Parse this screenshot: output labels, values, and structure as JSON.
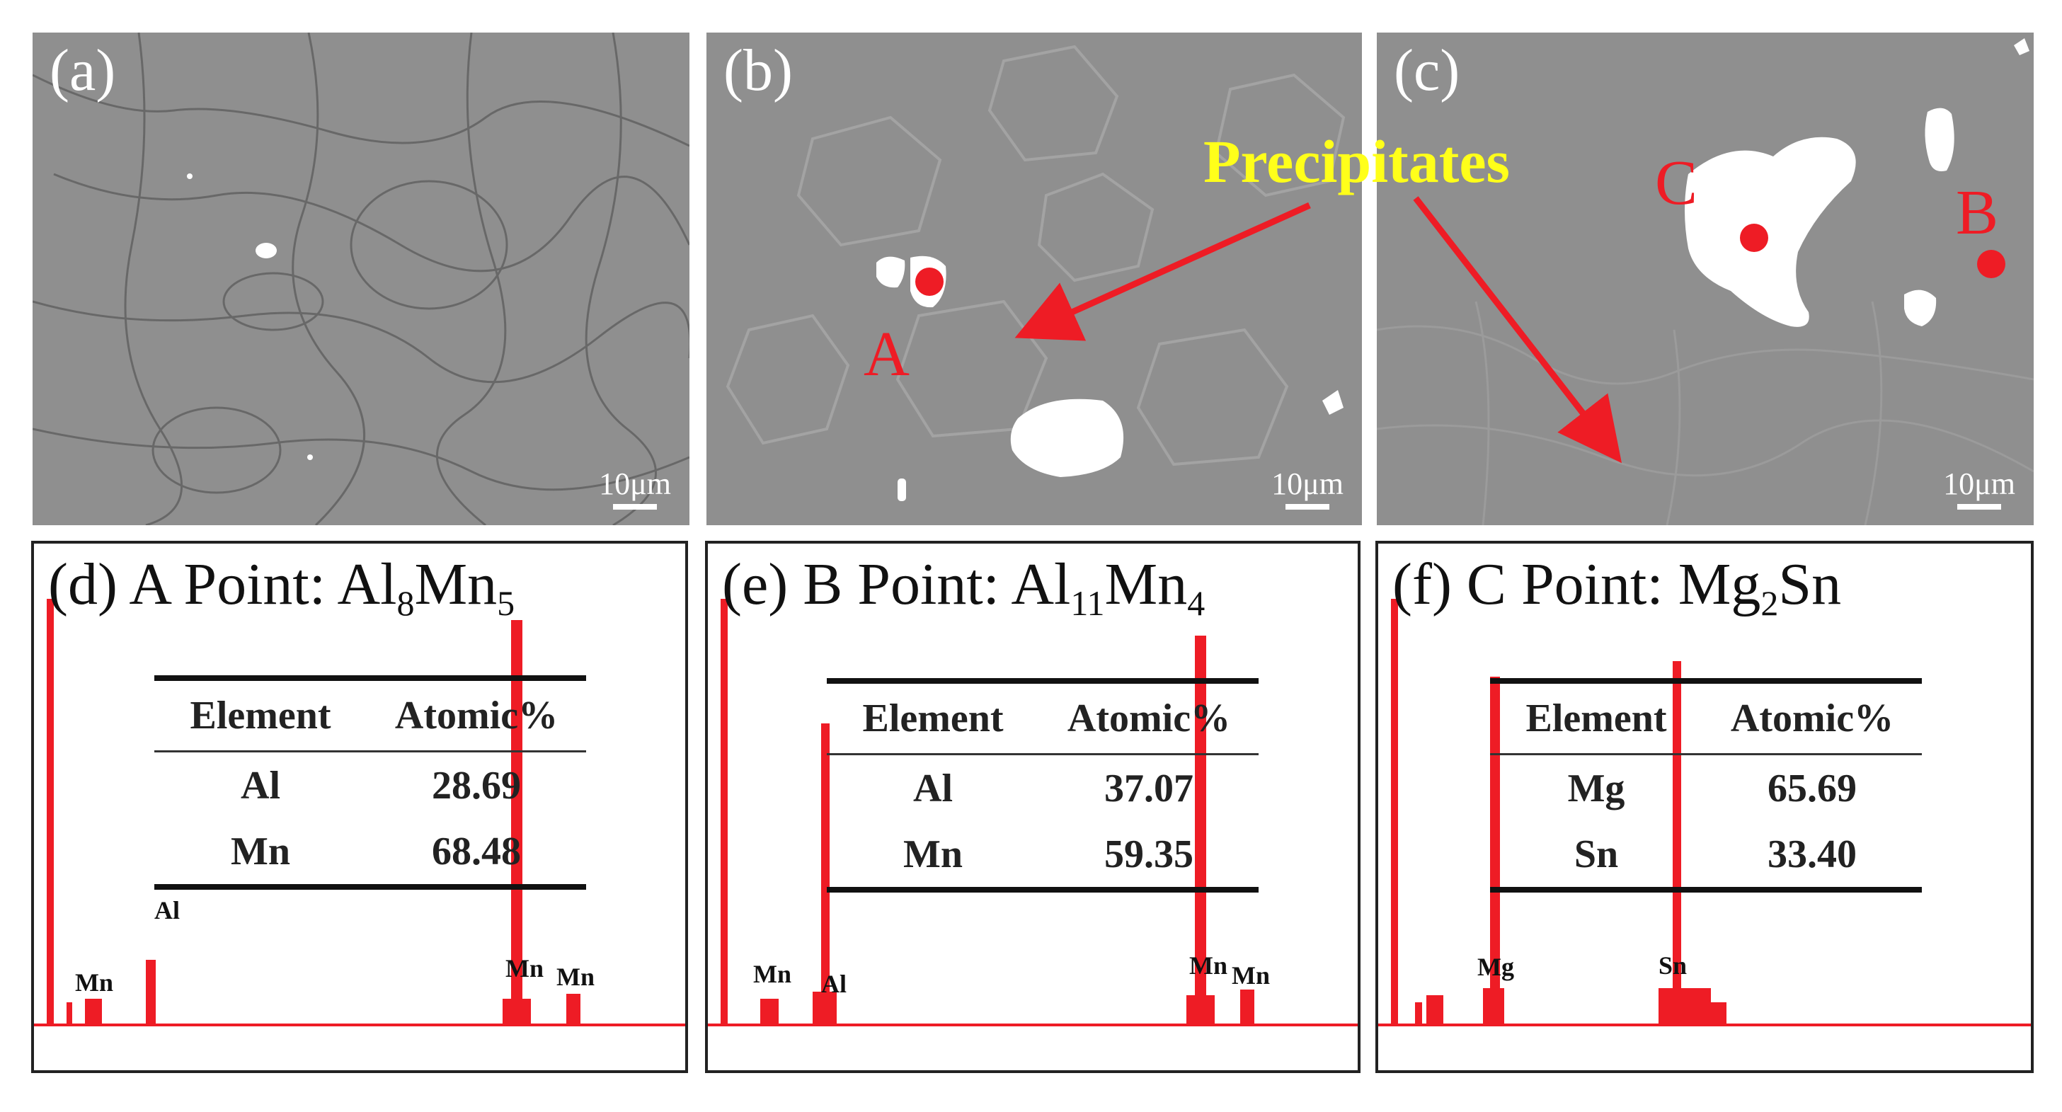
{
  "sem_panels": [
    {
      "label": "(a)",
      "scale": "10μm"
    },
    {
      "label": "(b)",
      "scale": "10μm",
      "point": "A"
    },
    {
      "label": "(c)",
      "scale": "10μm",
      "point_c": "C",
      "point_b": "B"
    }
  ],
  "annotation": "Precipitates",
  "eds_panels": [
    {
      "label": "(d)",
      "title_prefix": "A Point: ",
      "phase": {
        "e1": "Al",
        "n1": "8",
        "e2": "Mn",
        "n2": "5"
      },
      "table": {
        "headers": [
          "Element",
          "Atomic%"
        ],
        "rows": [
          [
            "Al",
            "28.69"
          ],
          [
            "Mn",
            "68.48"
          ]
        ]
      },
      "peaks": [
        "Mn",
        "Al",
        "Mn",
        "Mn"
      ]
    },
    {
      "label": "(e)",
      "title_prefix": "B Point: ",
      "phase": {
        "e1": "Al",
        "n1": "11",
        "e2": "Mn",
        "n2": "4"
      },
      "table": {
        "headers": [
          "Element",
          "Atomic%"
        ],
        "rows": [
          [
            "Al",
            "37.07"
          ],
          [
            "Mn",
            "59.35"
          ]
        ]
      },
      "peaks": [
        "Mn",
        "Al",
        "Mn",
        "Mn"
      ]
    },
    {
      "label": "(f)",
      "title_prefix": "C Point: ",
      "phase": {
        "e1": "Mg",
        "n1": "2",
        "e2": "Sn",
        "n2": ""
      },
      "table": {
        "headers": [
          "Element",
          "Atomic%"
        ],
        "rows": [
          [
            "Mg",
            "65.69"
          ],
          [
            "Sn",
            "33.40"
          ]
        ]
      },
      "peaks": [
        "Mg",
        "Sn"
      ]
    }
  ],
  "colors": {
    "marker": "#ee1c25",
    "annotation": "#ffff1a",
    "sem_background": "#8f8f8f"
  }
}
